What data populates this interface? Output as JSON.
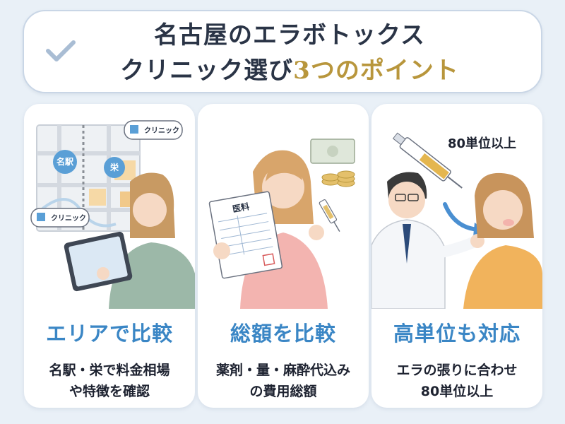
{
  "title": {
    "line1": "名古屋のエラボトックス",
    "line2_prefix": "クリニック選び",
    "line2_accent": "3つのポイント"
  },
  "cards": [
    {
      "heading": "エリアで比較",
      "desc_line1": "名駅・栄で料金相場",
      "desc_line2": "や特徴を確認",
      "illustration": {
        "map_labels": [
          "名駅",
          "栄"
        ],
        "bubble_labels": [
          "クリニック",
          "クリニック"
        ]
      }
    },
    {
      "heading": "総額を比較",
      "desc_line1": "薬剤・量・麻酔代込み",
      "desc_line2": "の費用総額",
      "illustration": {
        "document_label": "医料"
      }
    },
    {
      "heading": "高単位も対応",
      "desc_line1": "エラの張りに合わせ",
      "desc_line2": "80単位以上",
      "illustration": {
        "dose_label": "80単位以上"
      }
    }
  ],
  "colors": {
    "background": "#e9f0f7",
    "heading_blue": "#3a86c5",
    "title_accent_gold": "#b8963c",
    "title_text": "#2a3446"
  }
}
